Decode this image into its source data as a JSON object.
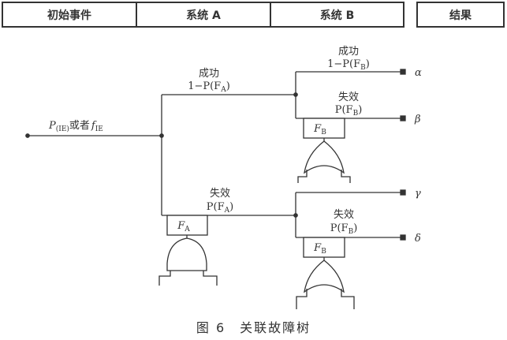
{
  "header": {
    "columns": [
      "初始事件",
      "系统 A",
      "系统 B"
    ],
    "result": "结果"
  },
  "initiating_event": {
    "label_p": "P",
    "label_p_sub": "(IE)",
    "label_or": "或者",
    "label_f": "f",
    "label_f_sub": "IE"
  },
  "system_a": {
    "success_label": "成功",
    "success_prob": "1−P(F",
    "success_prob_sub": "A",
    "failure_label": "失效",
    "failure_prob": "P(F",
    "failure_prob_sub": "A",
    "gate_label": "F",
    "gate_label_sub": "A",
    "gate_type": "AND"
  },
  "system_b": {
    "success_label": "成功",
    "success_prob": "1−P(F",
    "success_prob_sub": "B",
    "failure_label": "失效",
    "failure_prob": "P(F",
    "failure_prob_sub": "B",
    "gate_label": "F",
    "gate_label_sub": "B",
    "gate_type": "OR"
  },
  "outcomes": [
    "α",
    "β",
    "γ",
    "δ"
  ],
  "caption": "图 6　关联故障树"
}
